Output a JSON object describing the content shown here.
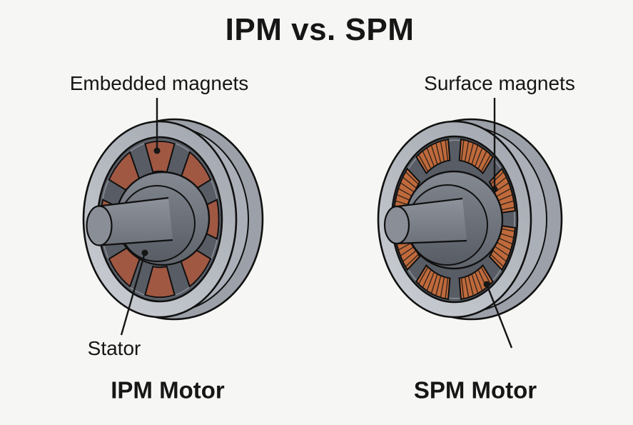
{
  "title": "IPM vs. SPM",
  "left_motor": {
    "caption": "IPM Motor",
    "magnets_label": "Embedded magnets",
    "stator_label": "Stator",
    "magnet_type": "embedded",
    "magnet_count": 8
  },
  "right_motor": {
    "caption": "SPM Motor",
    "magnets_label": "Surface magnets",
    "magnet_type": "surface",
    "magnet_count": 8
  },
  "palette": {
    "background": "#f6f6f4",
    "text": "#161616",
    "outline": "#101010",
    "housing_side": "#9ca1a9",
    "housing_seam": "#abb0b8",
    "housing_front_dark": "#a2a7af",
    "housing_front_light": "#c9cdd3",
    "stator_ring": "#585d65",
    "ring_highlight": "#8b9098",
    "rotor_top": "#848992",
    "rotor_bottom": "#5f646c",
    "shaft_top": "#8e939b",
    "shaft_bottom": "#6d727a",
    "shaft_cap": "#8a8f97",
    "magnet_red": "#a05843",
    "magnet_orange": "#c06a3c",
    "magnet_stripe": "#33261d"
  }
}
